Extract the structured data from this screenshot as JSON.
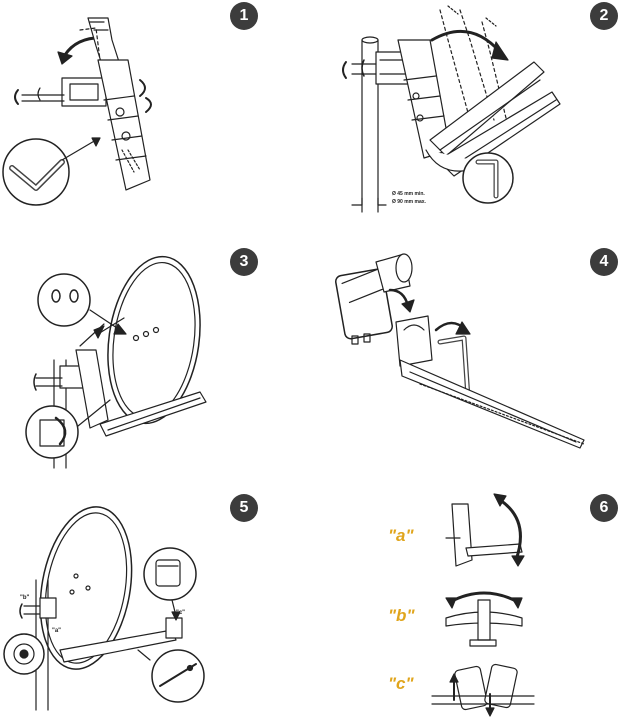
{
  "steps": [
    {
      "number": "1"
    },
    {
      "number": "2"
    },
    {
      "number": "3"
    },
    {
      "number": "4"
    },
    {
      "number": "5"
    },
    {
      "number": "6"
    }
  ],
  "step2": {
    "dim_min": "Ø 45 mm min.",
    "dim_max": "Ø 90 mm max."
  },
  "step5": {
    "label_b": "\"b\"",
    "label_a": "\"a\"",
    "label_c": "\"c\""
  },
  "step6": {
    "label_a": "\"a\"",
    "label_b": "\"b\"",
    "label_c": "\"c\""
  },
  "colors": {
    "badge": "#3c3c3c",
    "accent": "#e0a51c",
    "line": "#222222"
  }
}
